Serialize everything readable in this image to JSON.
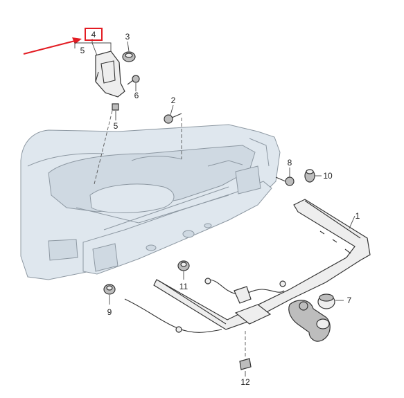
{
  "callouts": [
    {
      "id": "1",
      "text": "1"
    },
    {
      "id": "2",
      "text": "2"
    },
    {
      "id": "3",
      "text": "3"
    },
    {
      "id": "4",
      "text": "4"
    },
    {
      "id": "5a",
      "text": "5"
    },
    {
      "id": "5b",
      "text": "5"
    },
    {
      "id": "6",
      "text": "6"
    },
    {
      "id": "7",
      "text": "7"
    },
    {
      "id": "8",
      "text": "8"
    },
    {
      "id": "9",
      "text": "9"
    },
    {
      "id": "10",
      "text": "10"
    },
    {
      "id": "11",
      "text": "11"
    },
    {
      "id": "12",
      "text": "12"
    }
  ],
  "highlight": {
    "callout": "4",
    "color": "#e31c23"
  },
  "colors": {
    "car_body": "#dfe7ee",
    "part_ink": "#333333",
    "highlight": "#e31c23"
  }
}
